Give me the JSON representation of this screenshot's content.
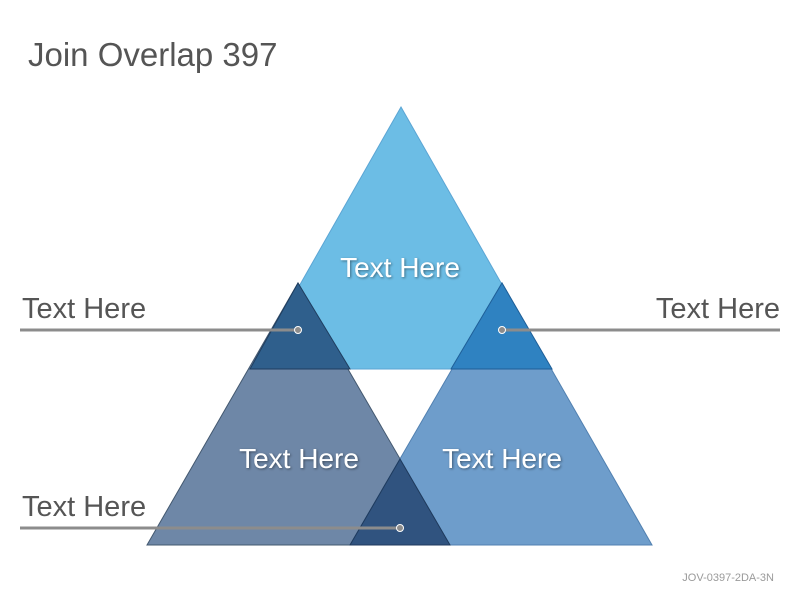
{
  "slide": {
    "title": "Join Overlap 397",
    "code": "JOV-0397-2DA-3N"
  },
  "triangles": {
    "top": {
      "label": "Text Here",
      "color": "#5db6e3"
    },
    "left": {
      "label": "Text Here",
      "color": "#5f7b9e"
    },
    "right": {
      "label": "Text Here",
      "color": "#5f93c6"
    }
  },
  "overlaps": {
    "left": "#2f5f8c",
    "right": "#2f82c1",
    "bottom": "#30537f"
  },
  "callouts": {
    "left_top": "Text Here",
    "right_top": "Text Here",
    "left_bottom": "Text Here"
  },
  "colors": {
    "callout_line": "#8c8c8c",
    "text": "#555555"
  }
}
